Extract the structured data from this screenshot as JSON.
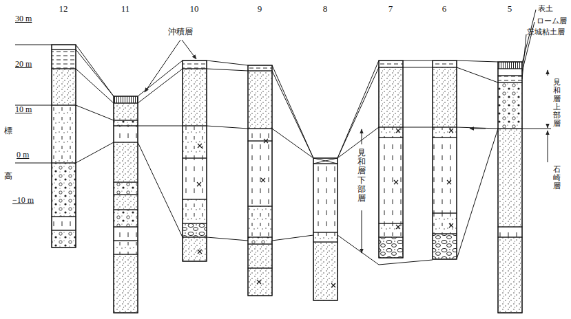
{
  "diagram": {
    "labels": [
      "12",
      "11",
      "10",
      "9",
      "8",
      "7",
      "6",
      "5",
      "30 m",
      "20 m",
      "10 m",
      "0 m",
      "−10 m",
      "標",
      "高",
      "沖積層",
      "見和層下部層",
      "表土",
      "ローム層",
      "茨城粘土層",
      "見和層上部層",
      "石崎層"
    ]
  }
}
